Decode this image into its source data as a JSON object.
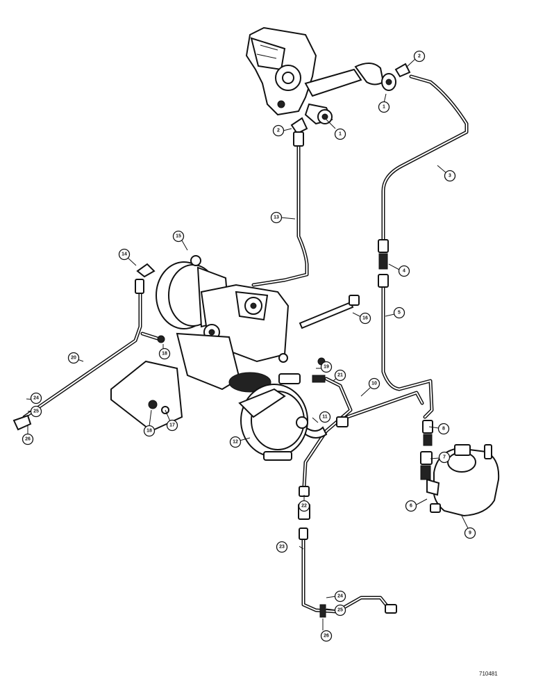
{
  "callouts": [
    {
      "id": "callout-1a",
      "label": "1"
    },
    {
      "id": "callout-1b",
      "label": "1"
    },
    {
      "id": "callout-2a",
      "label": "2"
    },
    {
      "id": "callout-2b",
      "label": "2"
    },
    {
      "id": "callout-3",
      "label": "3"
    },
    {
      "id": "callout-4",
      "label": "4"
    },
    {
      "id": "callout-5",
      "label": "5"
    },
    {
      "id": "callout-6",
      "label": "6"
    },
    {
      "id": "callout-7",
      "label": "7"
    },
    {
      "id": "callout-8",
      "label": "8"
    },
    {
      "id": "callout-9",
      "label": "9"
    },
    {
      "id": "callout-10",
      "label": "10"
    },
    {
      "id": "callout-11",
      "label": "11"
    },
    {
      "id": "callout-12",
      "label": "12"
    },
    {
      "id": "callout-13",
      "label": "13"
    },
    {
      "id": "callout-14",
      "label": "14"
    },
    {
      "id": "callout-15",
      "label": "15"
    },
    {
      "id": "callout-16",
      "label": "16"
    },
    {
      "id": "callout-17",
      "label": "17"
    },
    {
      "id": "callout-18a",
      "label": "18"
    },
    {
      "id": "callout-18b",
      "label": "18"
    },
    {
      "id": "callout-19",
      "label": "19"
    },
    {
      "id": "callout-20",
      "label": "20"
    },
    {
      "id": "callout-21",
      "label": "21"
    },
    {
      "id": "callout-22",
      "label": "22"
    },
    {
      "id": "callout-23",
      "label": "23"
    },
    {
      "id": "callout-24a",
      "label": "24"
    },
    {
      "id": "callout-24b",
      "label": "24"
    },
    {
      "id": "callout-25a",
      "label": "25"
    },
    {
      "id": "callout-25b",
      "label": "25"
    },
    {
      "id": "callout-26a",
      "label": "26"
    },
    {
      "id": "callout-26b",
      "label": "26"
    }
  ],
  "drawing_number": "710481"
}
